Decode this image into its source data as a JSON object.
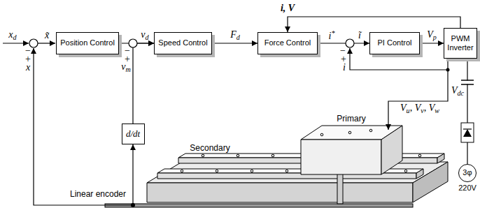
{
  "diagram": {
    "nodes": [
      {
        "text": [
          "Position Control"
        ]
      },
      {
        "text": [
          "Speed Control"
        ]
      },
      {
        "text": [
          "Force Control"
        ]
      },
      {
        "text": [
          "PI Control"
        ]
      },
      {
        "text": [
          "PWM Inverter"
        ]
      },
      {
        "text": [
          "d/dt"
        ]
      },
      {
        "text": [
          "3φ",
          "220V"
        ]
      }
    ],
    "edges": [
      {
        "from": 0,
        "to": 1,
        "arrow": "to"
      },
      {
        "from": 1,
        "to": 2,
        "arrow": "to"
      },
      {
        "from": 2,
        "to": 3,
        "arrow": "to"
      },
      {
        "from": 3,
        "to": 4,
        "arrow": "to"
      },
      {
        "from": 4,
        "to": 2,
        "label": "i, V",
        "arrow": "to"
      },
      {
        "from": 5,
        "to": 1,
        "arrow": "to"
      },
      {
        "from": 6,
        "to": 4,
        "arrow": "none"
      }
    ],
    "labels": [
      "xd",
      "x̃",
      "−",
      "+",
      "x",
      "vd",
      "−",
      "+",
      "vm",
      "Fd",
      "i*",
      "−",
      "ĩ",
      "+",
      "i",
      "Vp",
      "Vdc",
      "Vu, Vv, Vw",
      "Secondary",
      "Primary",
      "Linear encoder"
    ]
  }
}
